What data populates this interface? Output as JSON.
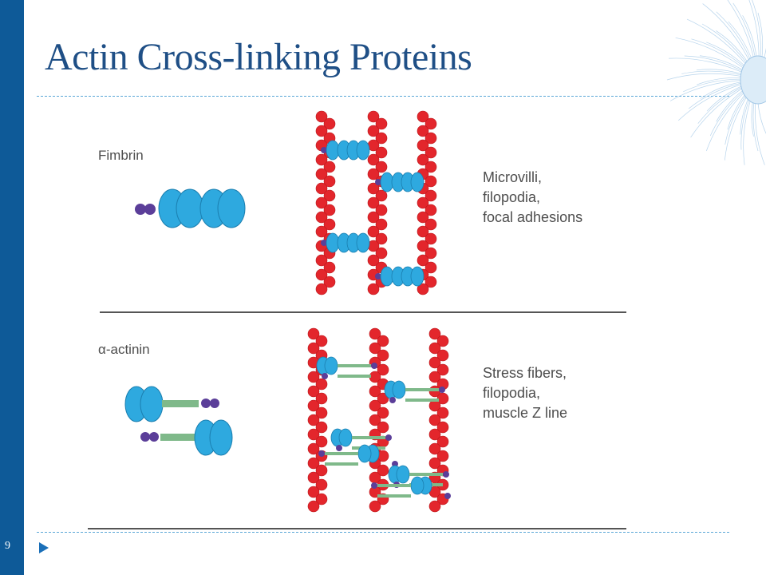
{
  "slide": {
    "title": "Actin Cross-linking Proteins",
    "slide_number": "9"
  },
  "colors": {
    "sidebar": "#0e5a98",
    "title": "#1f4f86",
    "dash_line": "#5aa7d6",
    "actin": "#e3262c",
    "crosslinker_domain": "#2ea9df",
    "tail": "#5b3e99",
    "rod": "#7fb98a"
  },
  "decor": {
    "icon": "radial-fiber-cell-illustration"
  },
  "figure": {
    "panels": [
      {
        "protein": "Fimbrin",
        "locations": [
          "Microvilli,",
          "filopodia,",
          "focal adhesions"
        ]
      },
      {
        "protein": "α-actinin",
        "locations": [
          "Stress fibers,",
          "filopodia,",
          "muscle Z line"
        ]
      }
    ]
  }
}
